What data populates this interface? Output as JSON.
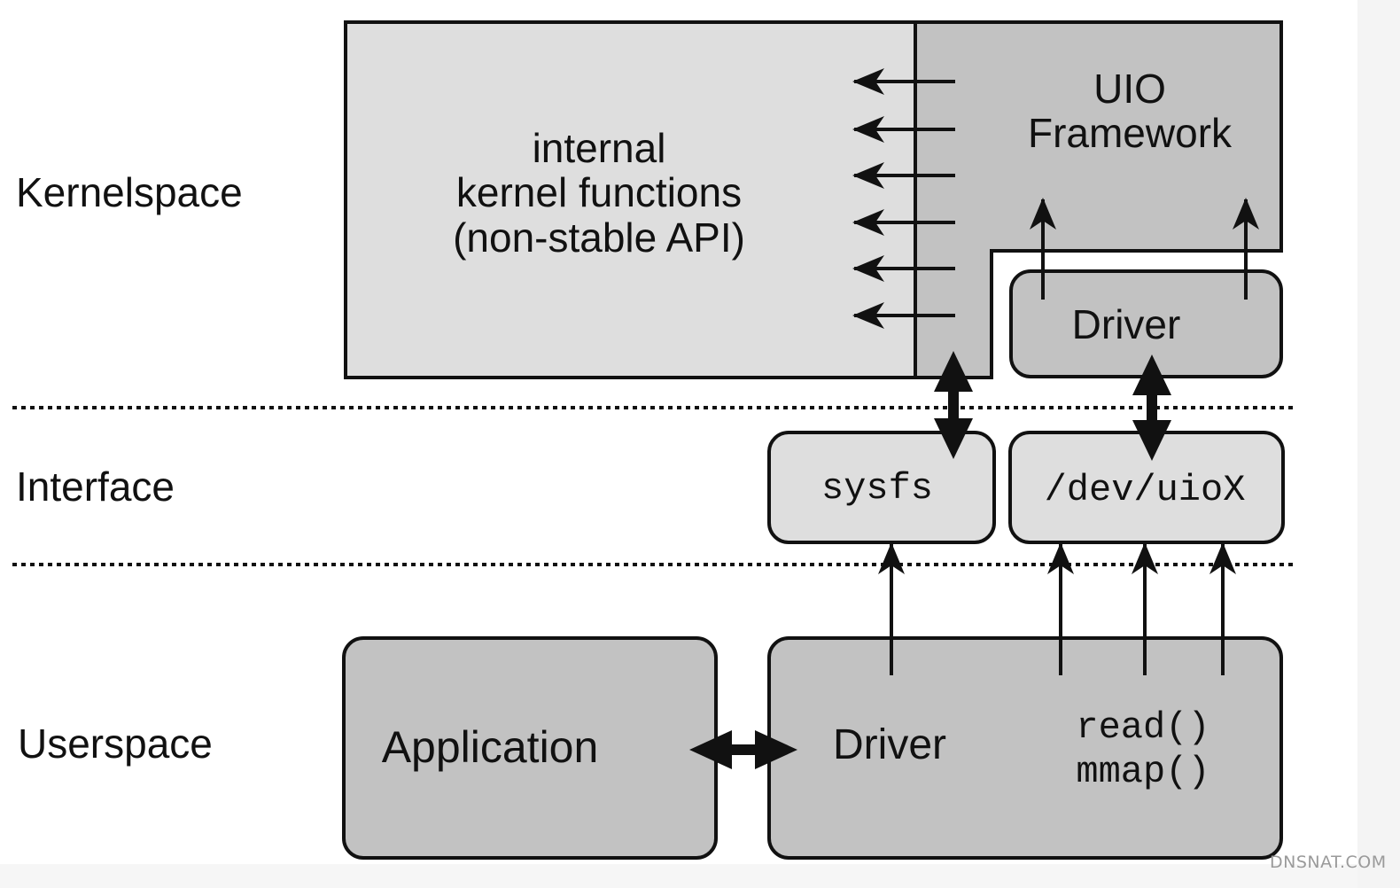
{
  "layers": {
    "kernelspace": "Kernelspace",
    "interface": "Interface",
    "userspace": "Userspace"
  },
  "kernel_functions": {
    "line1": "internal",
    "line2": "kernel functions",
    "line3": "(non-stable API)"
  },
  "uio_framework": {
    "line1": "UIO",
    "line2": "Framework"
  },
  "kernel_driver": "Driver",
  "sysfs": "sysfs",
  "dev_uio": "/dev/uioX",
  "application": "Application",
  "user_driver": {
    "label": "Driver",
    "call1": "read()",
    "call2": "mmap()"
  },
  "watermark": "DNSNAT.COM",
  "colors": {
    "light_box": "#dedede",
    "dark_box": "#c2c2c2",
    "line": "#111111"
  }
}
